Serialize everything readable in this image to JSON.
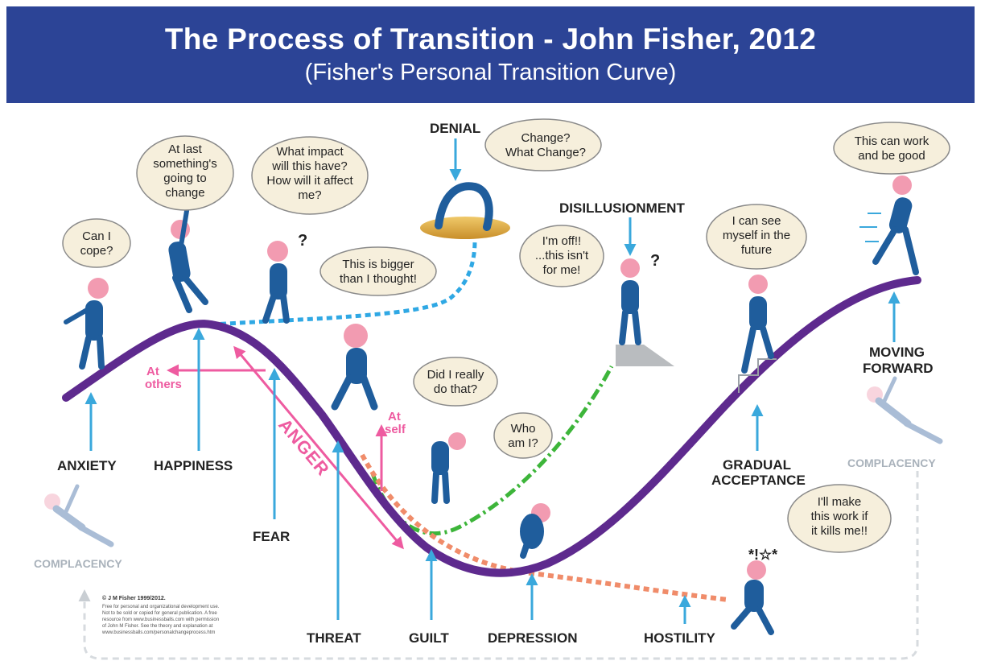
{
  "header": {
    "title": "The Process of Transition - John Fisher, 2012",
    "subtitle": "(Fisher's  Personal Transition Curve)"
  },
  "colors": {
    "banner": "#2c4496",
    "curve": "#5e2a8e",
    "arrow": "#3aa8dc",
    "anger": "#ee5ba0",
    "denial_path": "#2fa8e4",
    "disillusionment_path": "#3db53a",
    "hostility_path": "#f08c6a",
    "figure": "#1f5d9c",
    "bubble": "#f6efdc"
  },
  "stages": {
    "anxiety": "ANXIETY",
    "happiness": "HAPPINESS",
    "fear": "FEAR",
    "threat": "THREAT",
    "guilt": "GUILT",
    "depression": "DEPRESSION",
    "hostility": "HOSTILITY",
    "gradual_acceptance_1": "GRADUAL",
    "gradual_acceptance_2": "ACCEPTANCE",
    "moving_forward_1": "MOVING",
    "moving_forward_2": "FORWARD",
    "denial": "DENIAL",
    "disillusionment": "DISILLUSIONMENT",
    "complacency_left": "COMPLACENCY",
    "complacency_right": "COMPLACENCY"
  },
  "anger": {
    "label": "ANGER",
    "at_others_1": "At",
    "at_others_2": "others",
    "at_self_1": "At",
    "at_self_2": "self"
  },
  "bubbles": {
    "can_i_cope": [
      "Can I",
      "cope?"
    ],
    "at_last": [
      "At last",
      "something's",
      "going to",
      "change"
    ],
    "what_impact": [
      "What impact",
      "will this have?",
      "How will it affect",
      "me?"
    ],
    "bigger": [
      "This is bigger",
      "than I thought!"
    ],
    "change_what": [
      "Change?",
      "What Change?"
    ],
    "im_off": [
      "I'm off!!",
      "...this isn't",
      "for me!"
    ],
    "really_did": [
      "Did I really",
      "do that?"
    ],
    "who_am_i": [
      "Who",
      "am I?"
    ],
    "see_myself": [
      "I can see",
      "myself in the",
      "future"
    ],
    "can_work": [
      "This can work",
      "and be good"
    ],
    "make_work": [
      "I'll make",
      "this work if",
      "it kills me!!"
    ]
  },
  "copyright": {
    "line1": "© J M Fisher 1999/2012.",
    "line2": "Free for personal and organizational development use.",
    "line3": "Not to be sold or copied for general publication. A free",
    "line4": "resource from www.businessballs.com with permission",
    "line5": "of John M Fisher. See the theory and explanation at",
    "line6": "www.businessballs.com/personalchangeprocess.htm"
  },
  "marks": {
    "question": "?",
    "curse": "*!☆*"
  }
}
